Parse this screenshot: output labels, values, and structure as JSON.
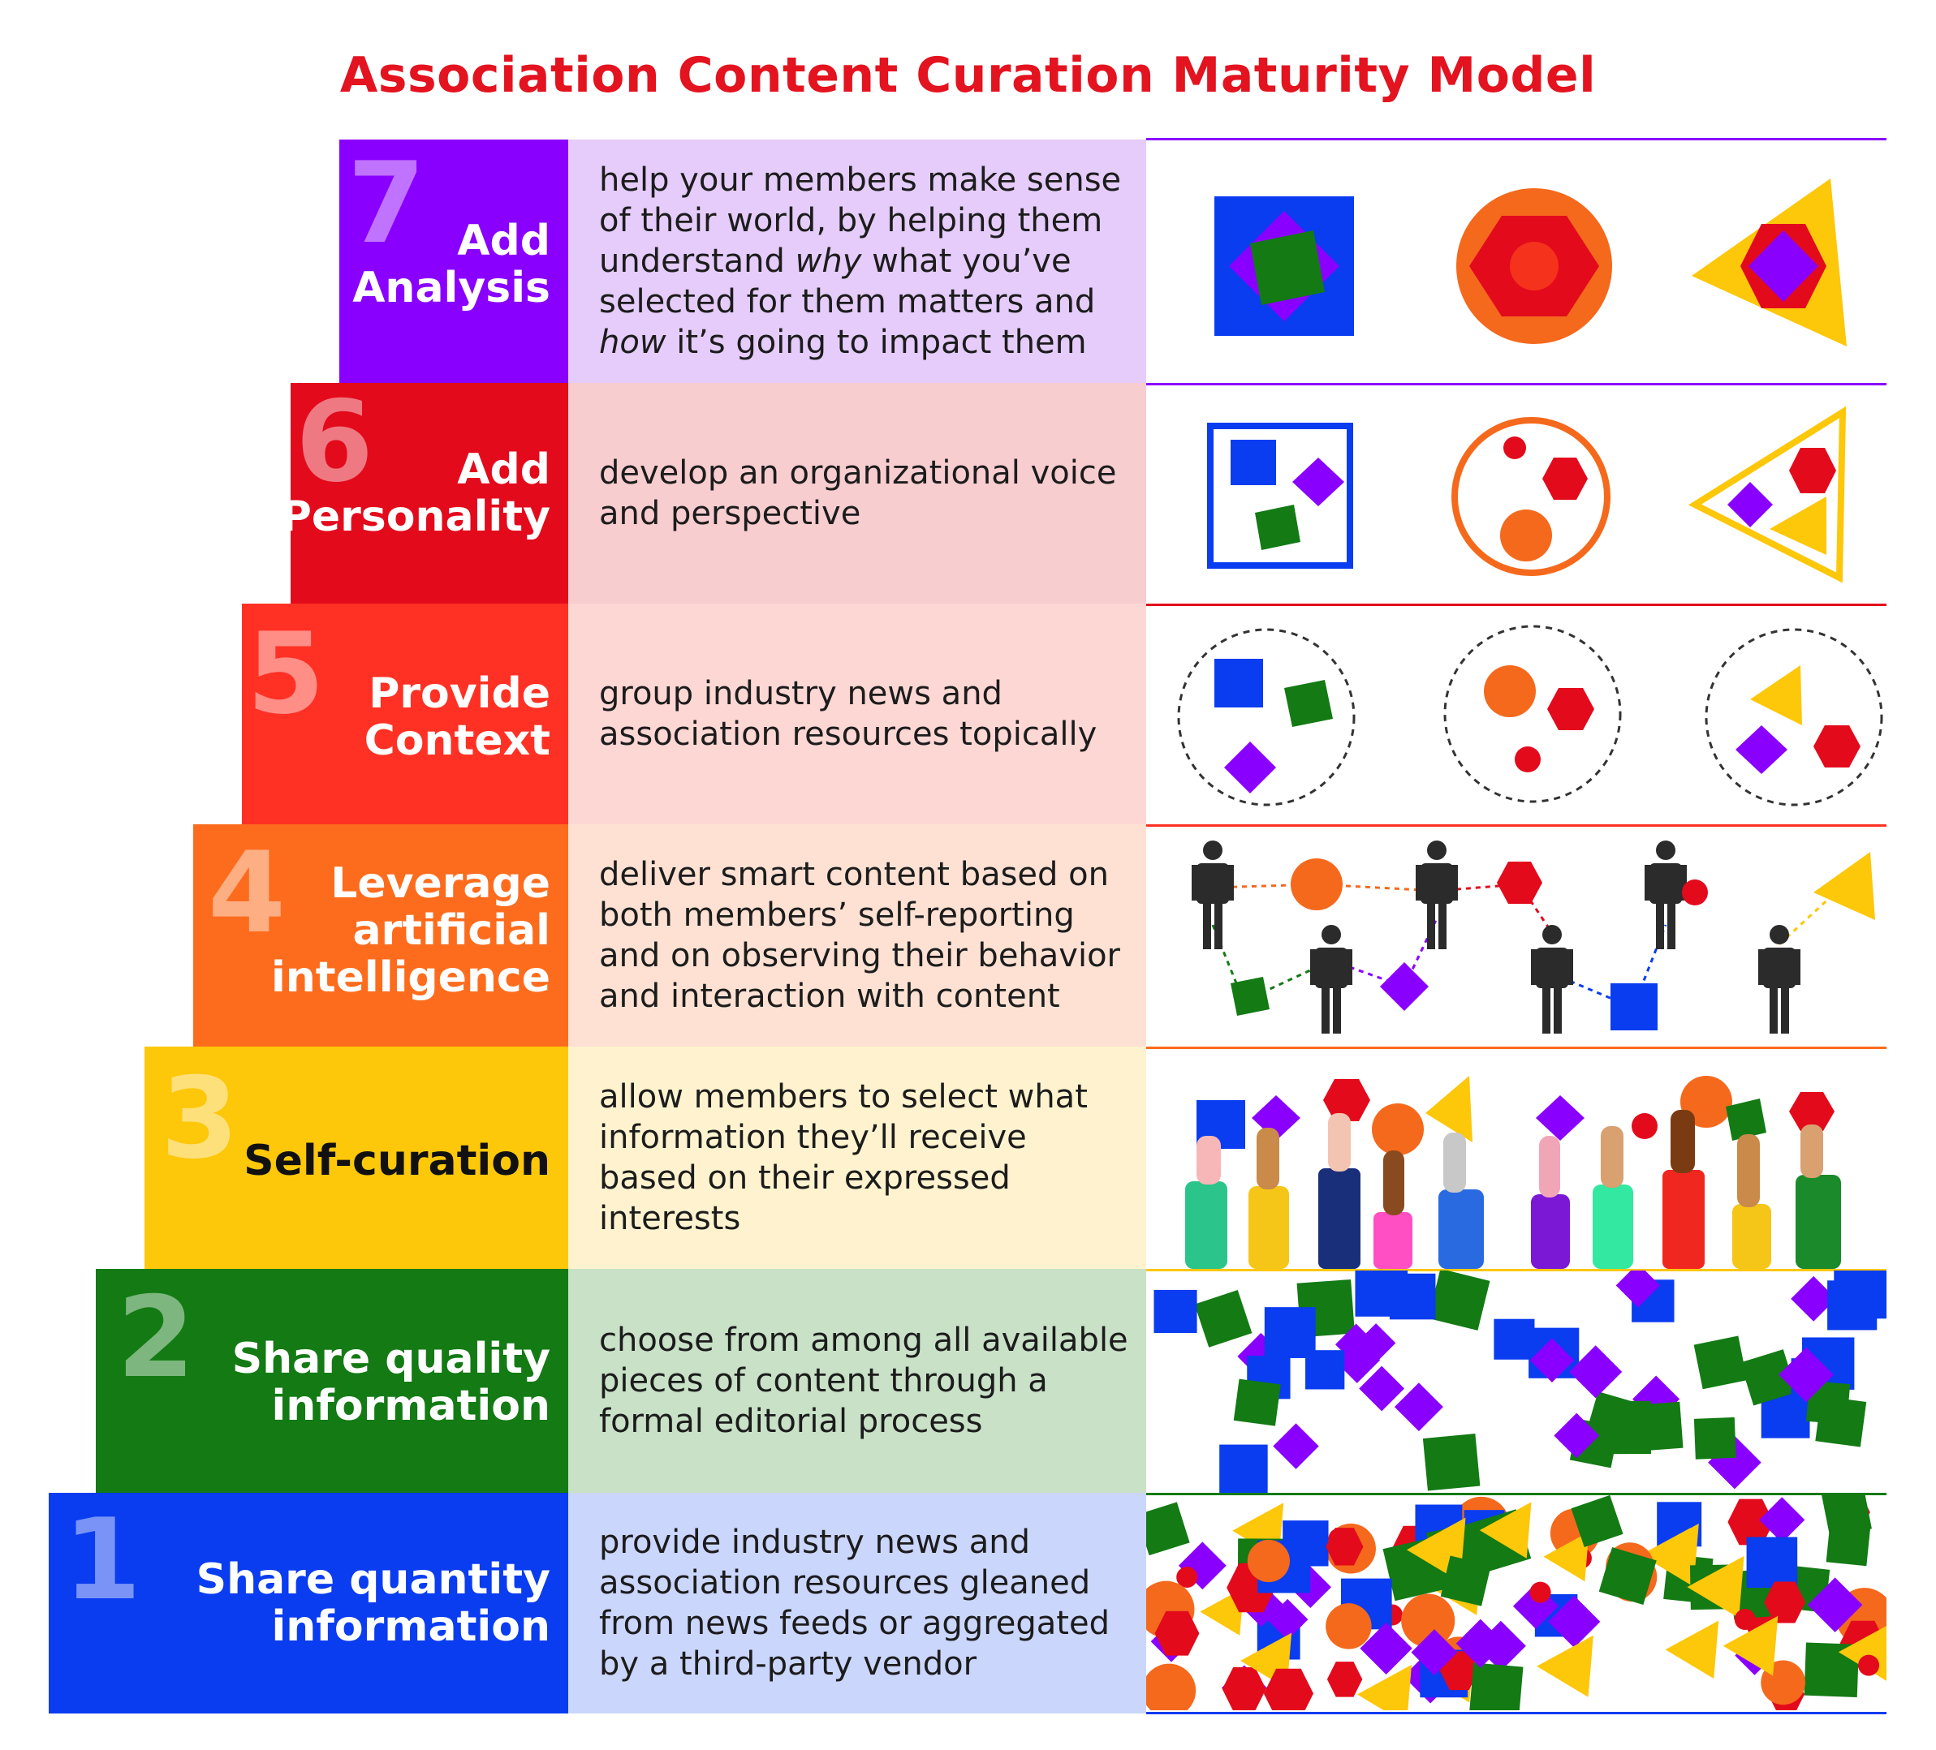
{
  "title": "Association Content Curation Maturity Model",
  "levels": [
    {
      "number": "7",
      "label_line1": "Add",
      "label_line2": "Analysis",
      "label_line3": "",
      "desc_a": "help your members make sense of their world, by helping them understand ",
      "desc_em1": "why",
      "desc_b": " what you’ve selected for them matters and ",
      "desc_em2": "how",
      "desc_c": " it’s going to impact them",
      "color": "#8a00ff",
      "tint": "#e5ccfa"
    },
    {
      "number": "6",
      "label_line1": "Add",
      "label_line2": "Personality",
      "label_line3": "",
      "desc": "develop an organizational voice and perspective",
      "color": "#e30a1c",
      "tint": "#f7cdd0"
    },
    {
      "number": "5",
      "label_line1": "Provide",
      "label_line2": "Context",
      "label_line3": "",
      "desc": "group industry news and association resources topically",
      "color": "#ff3124",
      "tint": "#fdd7d4"
    },
    {
      "number": "4",
      "label_line1": "Leverage",
      "label_line2": "artificial",
      "label_line3": "intelligence",
      "desc": "deliver smart content based on both members’ self-reporting and on observing their behavior and interaction with content",
      "color": "#fd6c1d",
      "tint": "#fee1d3"
    },
    {
      "number": "3",
      "label_line1": "Self-curation",
      "label_line2": "",
      "label_line3": "",
      "desc": "allow members to select what information they’ll receive based on their expressed interests",
      "color": "#fdc70a",
      "tint": "#fff3cf"
    },
    {
      "number": "2",
      "label_line1": "Share quality",
      "label_line2": "information",
      "label_line3": "",
      "desc": "choose from among all available pieces of content through a formal editorial process",
      "color": "#137a14",
      "tint": "#c8e1c7"
    },
    {
      "number": "1",
      "label_line1": "Share quantity",
      "label_line2": "information",
      "label_line3": "",
      "desc": "provide industry news and association resources gleaned from news feeds or aggregated by a third-party vendor",
      "color": "#0a3cf0",
      "tint": "#cbd6fd"
    }
  ],
  "colors": {
    "blue": "#0a3cf0",
    "purple": "#8a00ff",
    "green": "#137a14",
    "red": "#e30a1c",
    "orange": "#f5691c",
    "yellow": "#fdc70a",
    "dark": "#2b2b2b"
  },
  "icons": [
    "square-diamond-icon",
    "hexagon-circle-icon",
    "triangle-hexagon-icon",
    "grouped-shapes-icon",
    "dashed-cluster-icon",
    "person-icon",
    "raised-hands-icon"
  ]
}
